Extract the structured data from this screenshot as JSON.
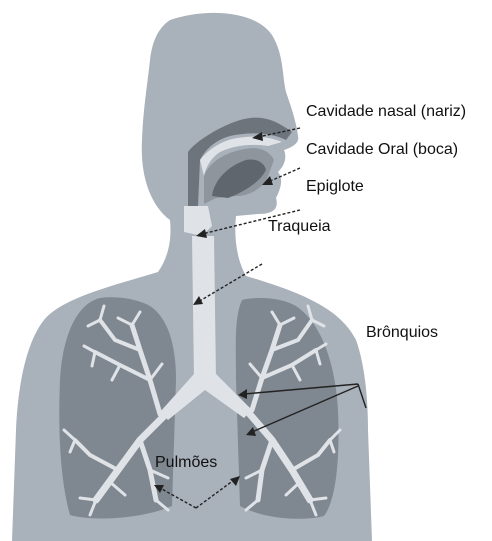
{
  "labels": {
    "nasal": "Cavidade nasal (nariz)",
    "oral": "Cavidade Oral (boca)",
    "epiglote": "Epiglote",
    "traqueia": "Traqueia",
    "bronquios": "Brônquios",
    "pulmoes": "Pulmões"
  },
  "colors": {
    "body": "#a9b1bb",
    "lung": "#7f8790",
    "airway": "#dfe3e7",
    "cavity_dark": "#6d747c",
    "cavity_mid": "#8e959d",
    "arrow": "#222222"
  }
}
